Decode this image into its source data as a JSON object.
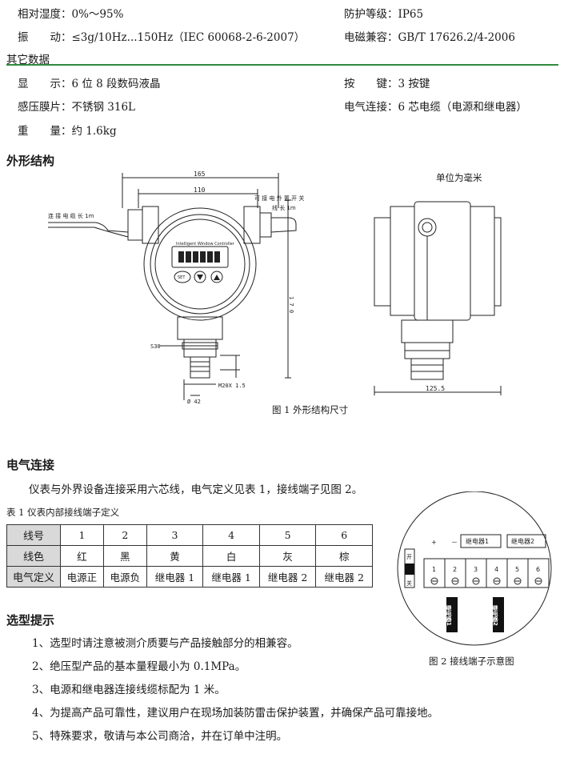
{
  "specs_top": {
    "humidity": {
      "label": "相对湿度：",
      "value": "0%～95%"
    },
    "vibration": {
      "label": "振　　动：",
      "value": "≤3g/10Hz...150Hz（IEC 60068-2-6-2007）"
    },
    "protection": {
      "label": "防护等级：",
      "value": "IP65"
    },
    "emc": {
      "label": "电磁兼容：",
      "value": "GB/T 17626.2/4-2006"
    }
  },
  "other_data": {
    "title": "其它数据",
    "display": {
      "label": "显　　示：",
      "value": "6 位 8 段数码液晶"
    },
    "keys": {
      "label": "按　　键：",
      "value": "3 按键"
    },
    "diaphragm": {
      "label": "感压膜片：",
      "value": "不锈钢 316L"
    },
    "electrical": {
      "label": "电气连接：",
      "value": "6 芯电缆（电源和继电器）"
    },
    "weight": {
      "label": "重　　量：",
      "value": "约 1.6kg"
    }
  },
  "structure": {
    "title": "外形结构",
    "unit": "单位为毫米",
    "caption": "图 1  外形结构尺寸",
    "dims": {
      "overall": "165",
      "width": "110",
      "height": "1 7 0",
      "wrench": "S30",
      "thread": "M20X 1.5",
      "depth": "125.5",
      "stem": "Ø 42",
      "cable_left": "连 接 电 缆 长 1m",
      "cable_right_1": "可 接 电 外 置 开 关",
      "cable_right_2": "线 长 1m",
      "face_text": "Intelligent Window Controller",
      "key_set": "SET"
    }
  },
  "electrical": {
    "title": "电气连接",
    "intro": "仪表与外界设备连接采用六芯线，电气定义见表 1，接线端子见图 2。",
    "table_caption": "表 1  仪表内部接线端子定义",
    "table": {
      "row_headers": [
        "线号",
        "线色",
        "电气定义"
      ],
      "numbers": [
        "1",
        "2",
        "3",
        "4",
        "5",
        "6"
      ],
      "colors": [
        "红",
        "黑",
        "黄",
        "白",
        "灰",
        "棕"
      ],
      "definitions": [
        "电源正",
        "电源负",
        "继电器 1",
        "继电器 1",
        "继电器 2",
        "继电器 2"
      ]
    },
    "terminal": {
      "caption": "图 2  接线端子示意图",
      "plus": "+",
      "minus": "－",
      "relay1": "继电器1",
      "relay2": "继电器2",
      "switch_on": "开",
      "switch_off": "关",
      "numbers": [
        "1",
        "2",
        "3",
        "4",
        "5",
        "6"
      ],
      "tag1": "继电器1",
      "tag2": "继电器2"
    }
  },
  "selection": {
    "title": "选型提示",
    "items": [
      "1、选型时请注意被测介质要与产品接触部分的相兼容。",
      "2、绝压型产品的基本量程最小为 0.1MPa。",
      "3、电源和继电器连接线缆标配为 1 米。",
      "4、为提高产品可靠性，建议用户在现场加装防雷击保护装置，并确保产品可靠接地。",
      "5、特殊要求，敬请与本公司商洽，并在订单中注明。"
    ]
  },
  "colors": {
    "rule": "#2e8b3d",
    "table_header": "#d9d9d9"
  }
}
